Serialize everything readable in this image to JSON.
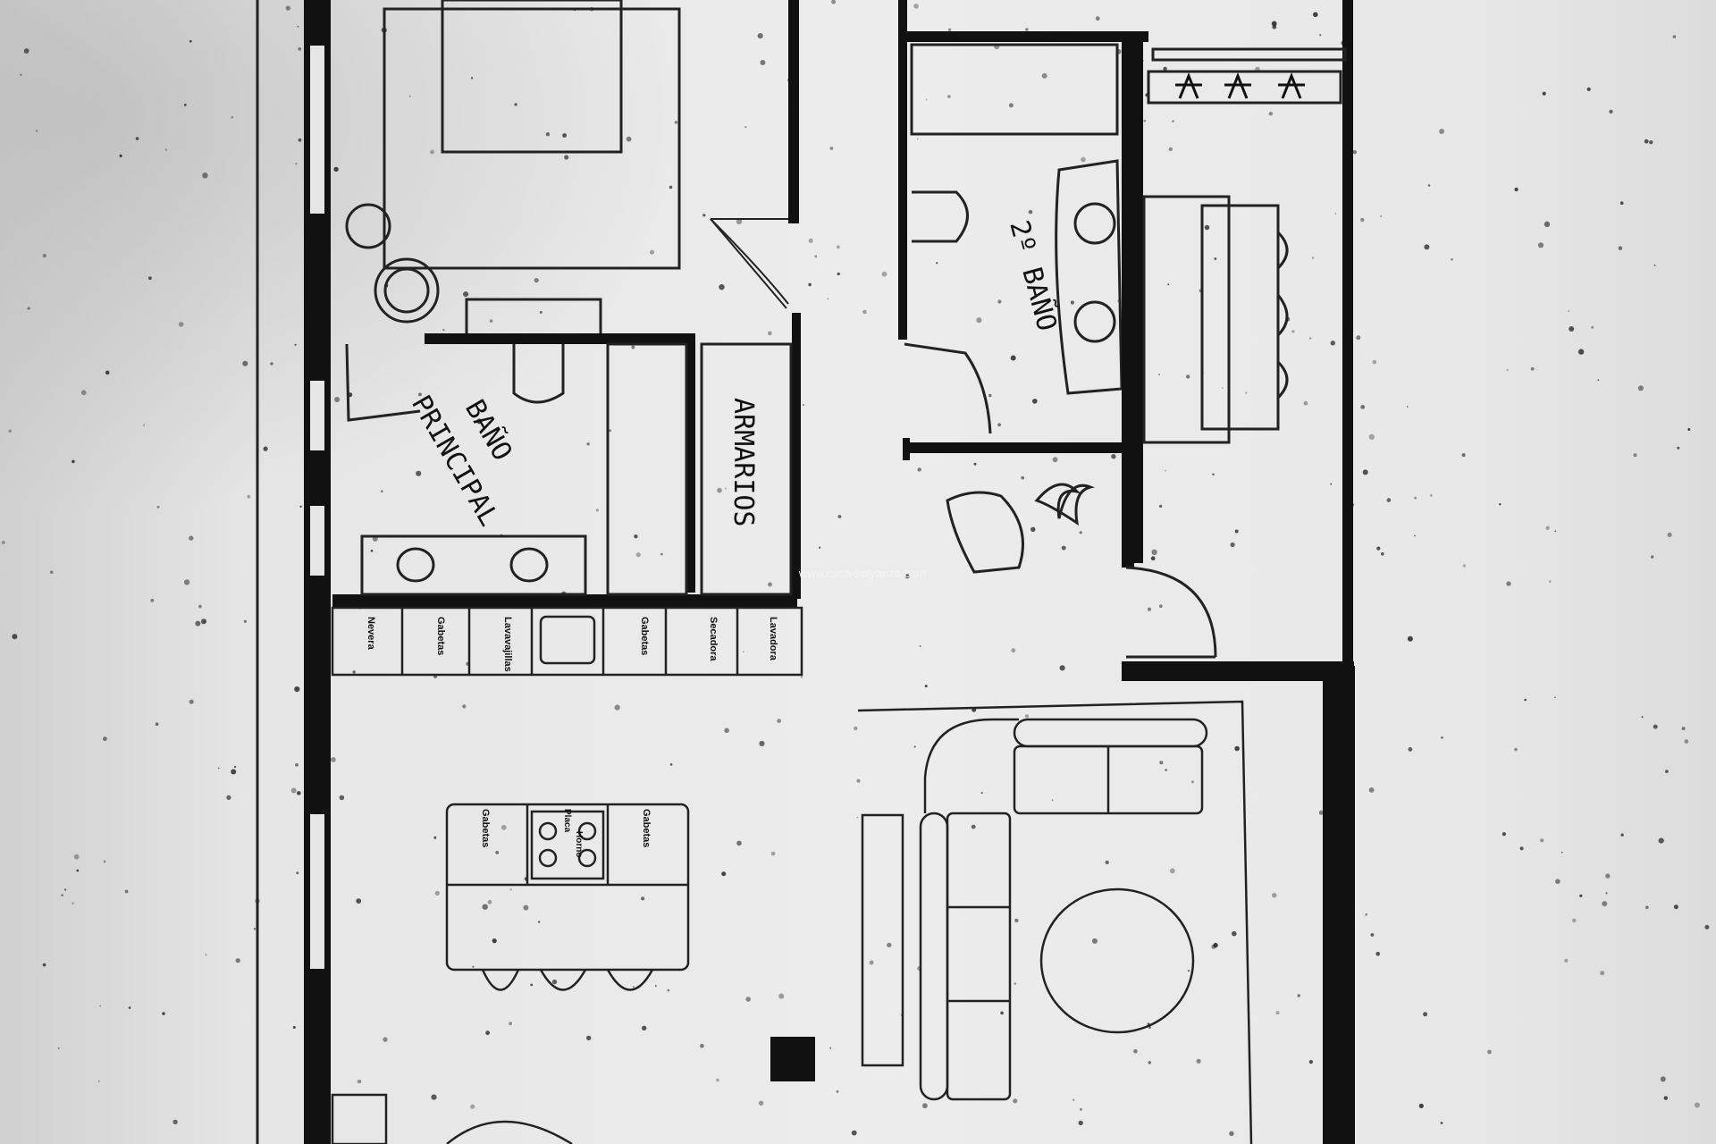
{
  "labels": {
    "bano_principal_1": "BAÑO",
    "bano_principal_2": "PRINCIPAL",
    "armarios": "ARMARIOS",
    "segundo_bano": "2º BAÑO"
  },
  "appliances": {
    "nevera": "Nevera",
    "gabetas": "Gabetas",
    "lavavajillas": "Lavavajillas",
    "secadora": "Secadora",
    "lavadora": "Lavadora",
    "placa": "Placa",
    "horno": "Horno"
  },
  "watermark": "www.casa-solyanza.com",
  "colors": {
    "paper": "#eeeeee",
    "ink": "#111111"
  }
}
